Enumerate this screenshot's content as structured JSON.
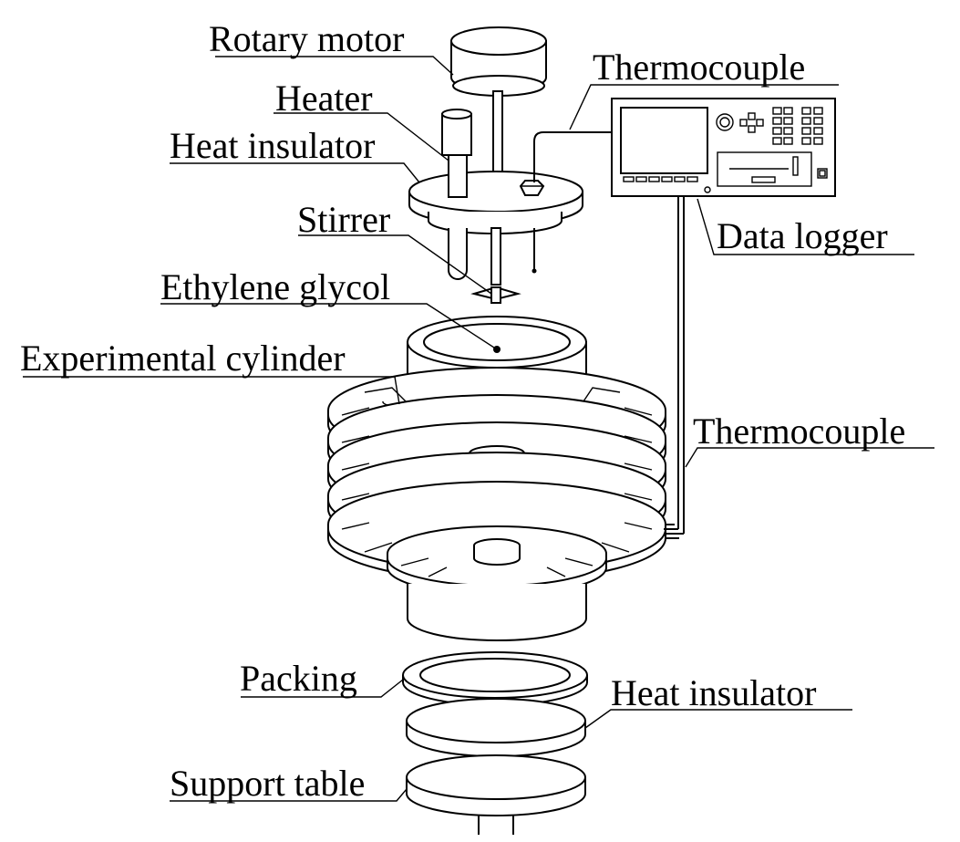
{
  "labels": {
    "rotary_motor": "Rotary motor",
    "heater": "Heater",
    "heat_insulator_top": "Heat insulator",
    "stirrer": "Stirrer",
    "ethylene_glycol": "Ethylene glycol",
    "experimental_cylinder": "Experimental cylinder",
    "thermocouple_top": "Thermocouple",
    "data_logger": "Data logger",
    "thermocouple_side": "Thermocouple",
    "packing": "Packing",
    "heat_insulator_bottom": "Heat insulator",
    "support_table": "Support table"
  }
}
